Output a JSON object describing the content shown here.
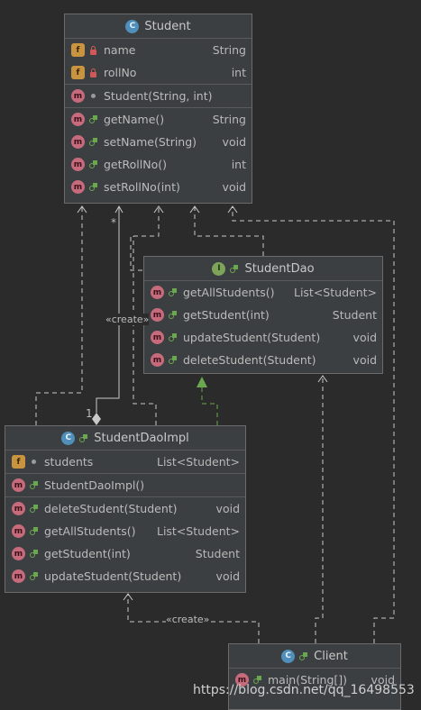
{
  "student": {
    "name": "Student",
    "fields": [
      {
        "name": "name",
        "type": "String"
      },
      {
        "name": "rollNo",
        "type": "int"
      }
    ],
    "constructors": [
      {
        "name": "Student(String, int)"
      }
    ],
    "methods": [
      {
        "name": "getName()",
        "type": "String"
      },
      {
        "name": "setName(String)",
        "type": "void"
      },
      {
        "name": "getRollNo()",
        "type": "int"
      },
      {
        "name": "setRollNo(int)",
        "type": "void"
      }
    ]
  },
  "student_dao": {
    "name": "StudentDao",
    "methods": [
      {
        "name": "getAllStudents()",
        "type": "List<Student>"
      },
      {
        "name": "getStudent(int)",
        "type": "Student"
      },
      {
        "name": "updateStudent(Student)",
        "type": "void"
      },
      {
        "name": "deleteStudent(Student)",
        "type": "void"
      }
    ]
  },
  "student_dao_impl": {
    "name": "StudentDaoImpl",
    "fields": [
      {
        "name": "students",
        "type": "List<Student>"
      }
    ],
    "constructors": [
      {
        "name": "StudentDaoImpl()"
      }
    ],
    "methods": [
      {
        "name": "deleteStudent(Student)",
        "type": "void"
      },
      {
        "name": "getAllStudents()",
        "type": "List<Student>"
      },
      {
        "name": "getStudent(int)",
        "type": "Student"
      },
      {
        "name": "updateStudent(Student)",
        "type": "void"
      }
    ]
  },
  "client": {
    "name": "Client",
    "methods": [
      {
        "name": "main(String[])",
        "type": "void"
      }
    ]
  },
  "labels": {
    "create_1": "«create»",
    "create_2": "«create»",
    "mult_many": "*",
    "mult_one": "1"
  },
  "watermark": "https://blog.csdn.net/qq_16498553",
  "icons": {
    "class": "C",
    "interface": "I",
    "field": "f",
    "method": "m"
  },
  "colors": {
    "background": "#2b2b2b",
    "box": "#3c3f41",
    "class_icon": "#4f8fba",
    "interface_icon": "#7ea45a",
    "field_icon": "#c9943f",
    "method_icon": "#c56b7c",
    "realization_arrow": "#6aa84f"
  }
}
